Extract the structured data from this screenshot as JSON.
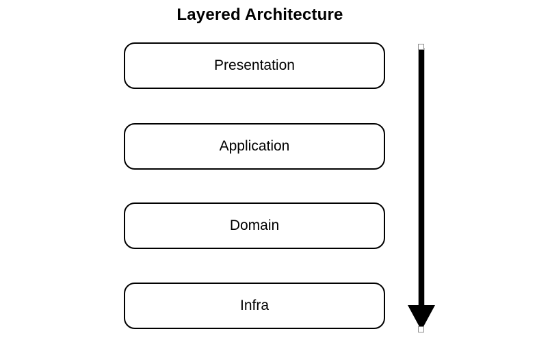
{
  "title": "Layered Architecture",
  "layers": [
    {
      "id": "presentation",
      "label": "Presentation"
    },
    {
      "id": "application",
      "label": "Application"
    },
    {
      "id": "domain",
      "label": "Domain"
    },
    {
      "id": "infra",
      "label": "Infra"
    }
  ],
  "arrow": {
    "direction": "down",
    "color": "#000000",
    "handle_fill": "#ffffff",
    "handle_stroke": "#8c8c8c"
  },
  "colors": {
    "background": "#ffffff",
    "box_fill": "#ffffff",
    "box_border": "#000000",
    "text": "#000000"
  }
}
